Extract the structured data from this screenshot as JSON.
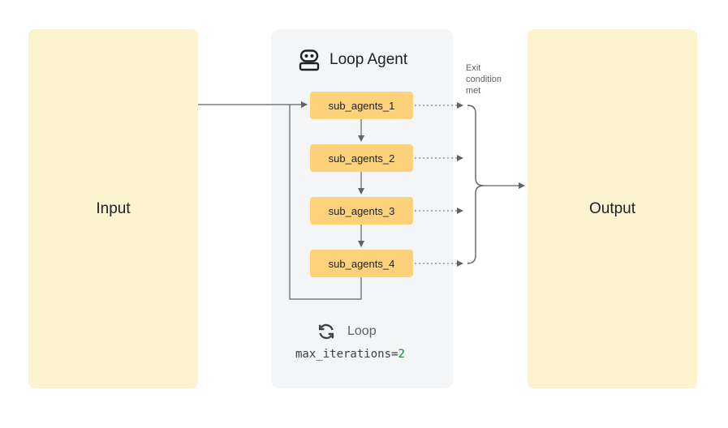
{
  "input": {
    "label": "Input"
  },
  "output": {
    "label": "Output"
  },
  "loop_agent": {
    "title": "Loop Agent",
    "icon": "robot-icon",
    "sub_agents": [
      "sub_agents_1",
      "sub_agents_2",
      "sub_agents_3",
      "sub_agents_4"
    ],
    "exit_condition": [
      "Exit",
      "condition",
      "met"
    ],
    "loop_label": "Loop",
    "loop_icon": "loop-icon",
    "max_iterations_key": "max_iterations=",
    "max_iterations_value": "2"
  },
  "colors": {
    "io_panel": "#fdf3cf",
    "agent_panel": "#f4f5f7",
    "sub_agent": "#fdd27b",
    "arrow": "#5f6368",
    "value_accent": "#188038"
  }
}
